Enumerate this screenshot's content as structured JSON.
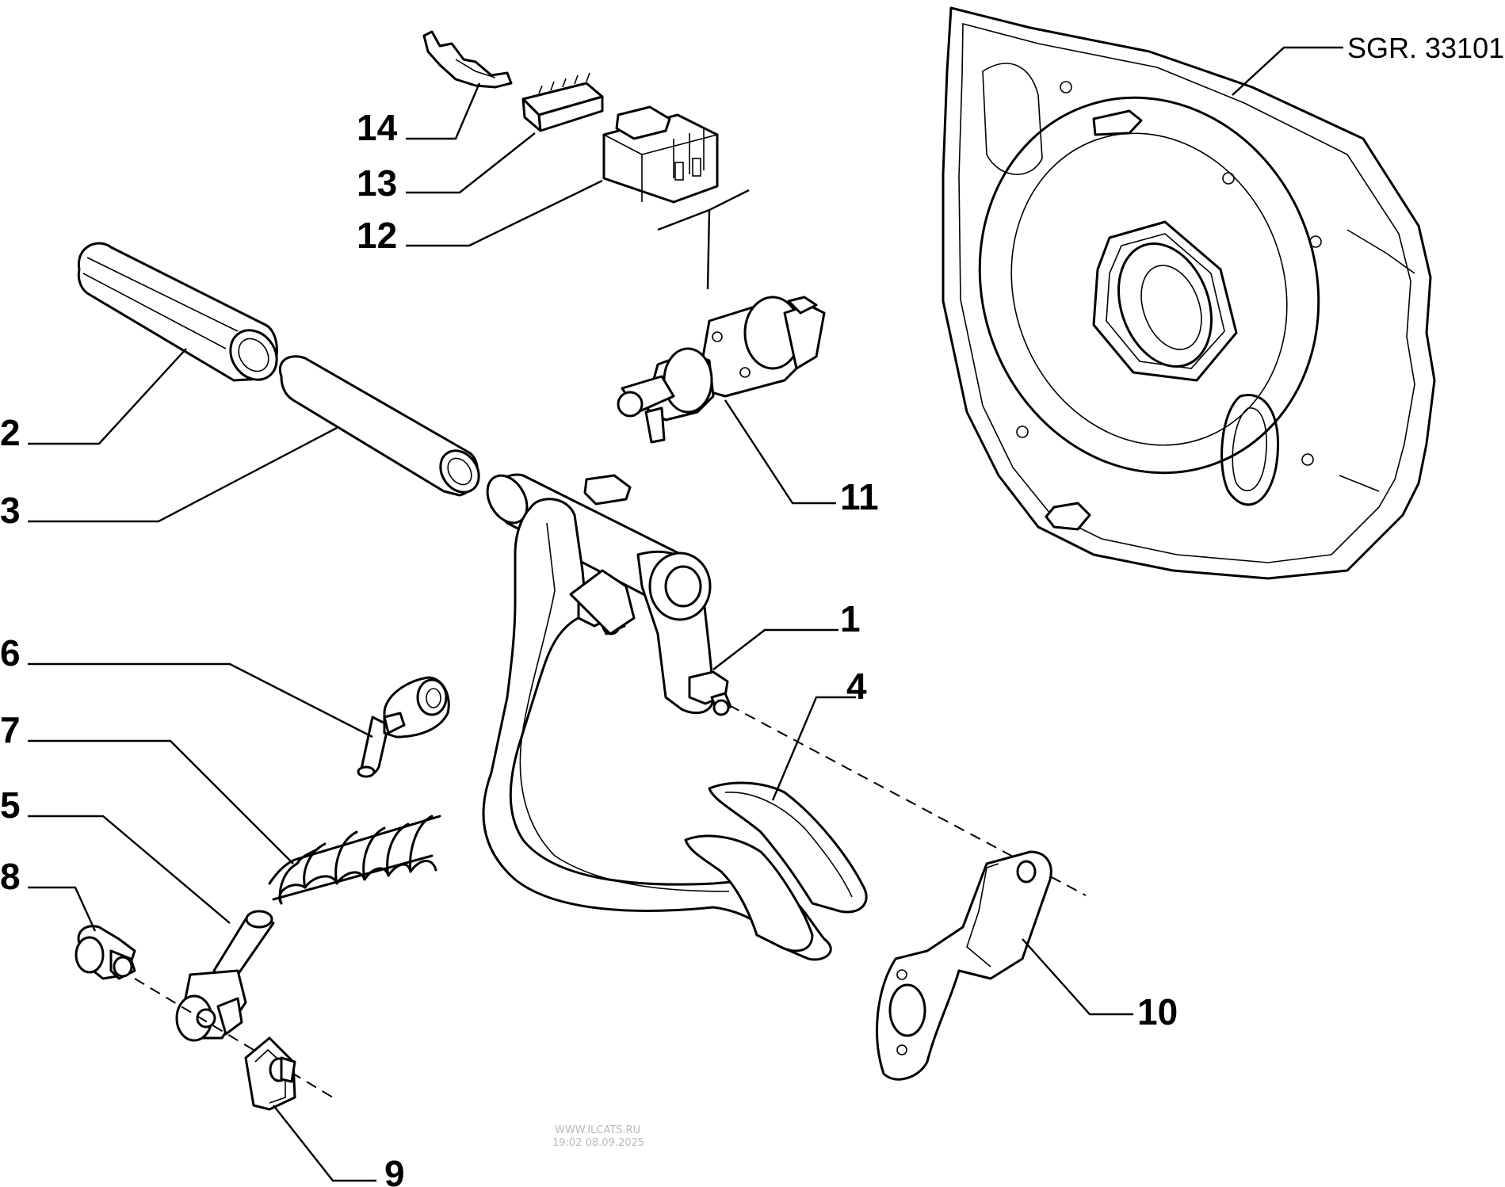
{
  "reference_label": "SGR. 33101",
  "callouts": [
    "1",
    "2",
    "3",
    "4",
    "5",
    "6",
    "7",
    "8",
    "9",
    "10",
    "11",
    "12",
    "13",
    "14"
  ],
  "watermark": {
    "line1": "WWW.ILCATS.RU",
    "line2": "19:02 08.09.2025"
  }
}
